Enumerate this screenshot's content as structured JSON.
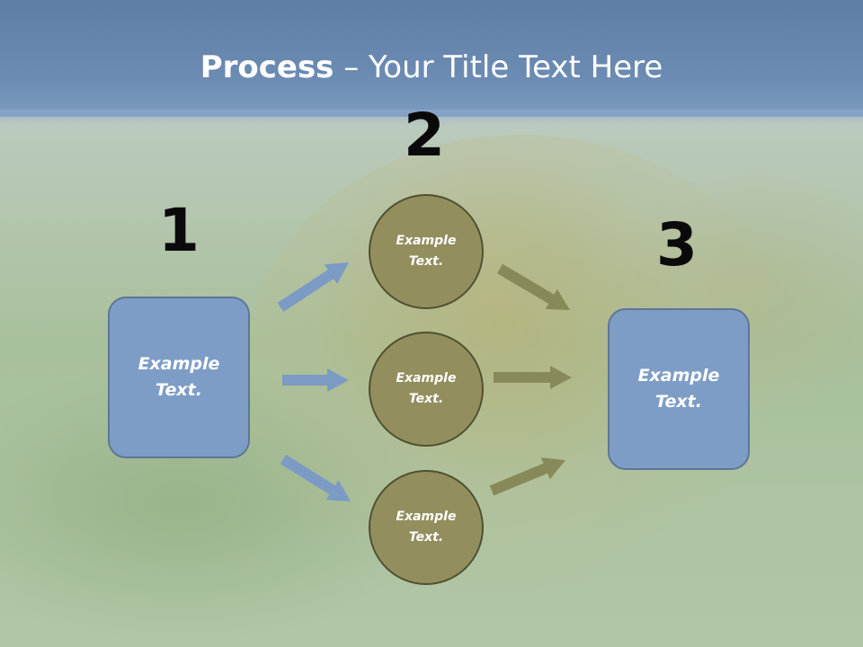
{
  "title": {
    "bold": "Process",
    "rest": " – Your Title Text Here"
  },
  "steps": [
    {
      "number": "1",
      "text": "Example Text."
    },
    {
      "number": "2",
      "items": [
        "Example Text.",
        "Example Text.",
        "Example Text."
      ]
    },
    {
      "number": "3",
      "text": "Example Text."
    }
  ],
  "colors": {
    "title_band": "#6c8cb4",
    "box_fill": "#7e9dc6",
    "circle_fill": "#928e5e",
    "arrow_blue": "#7b9ac4",
    "arrow_olive": "#878958"
  }
}
